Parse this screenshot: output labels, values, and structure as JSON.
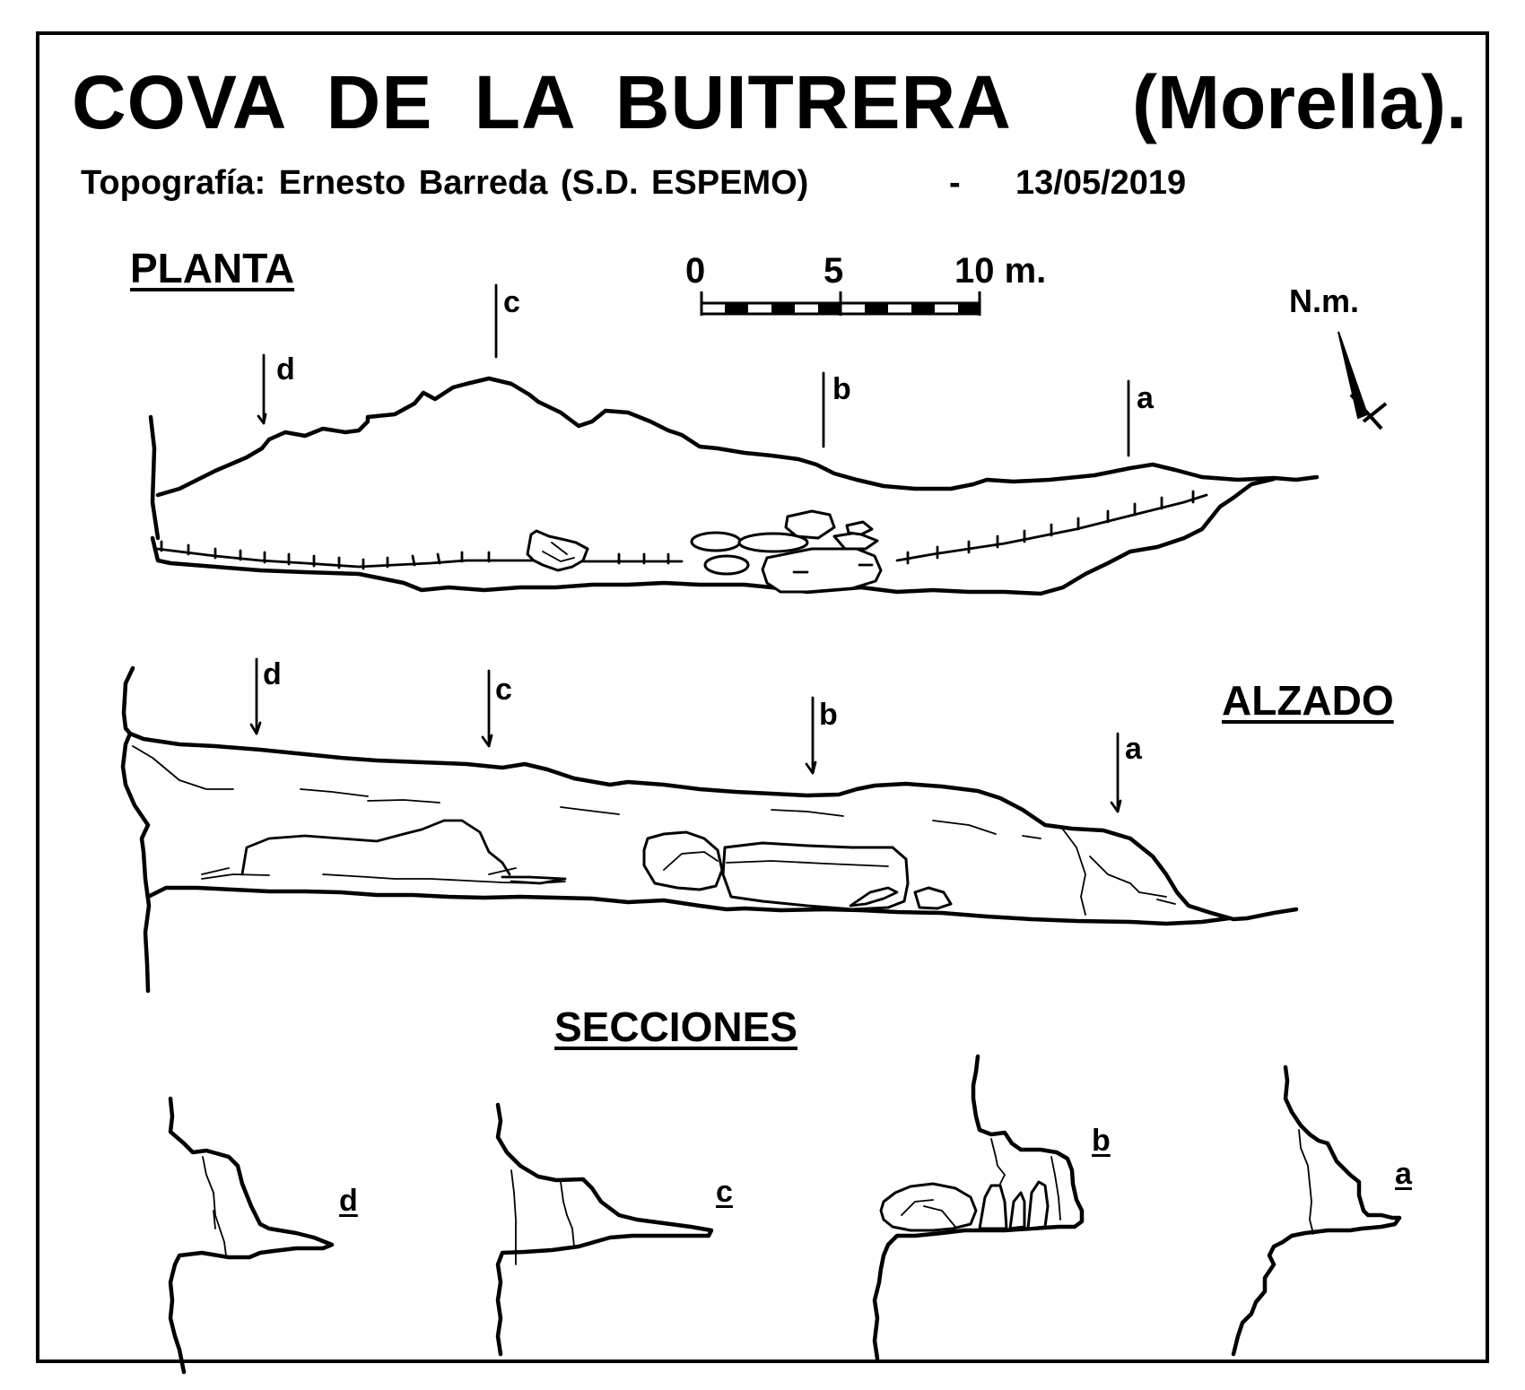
{
  "title": "COVA DE LA BUITRERA",
  "location": "(Morella).",
  "credits": "Topografía:  Ernesto Barreda  (S.D. ESPEMO)",
  "separator": "-",
  "date": "13/05/2019",
  "views": {
    "plan": "PLANTA",
    "elevation": "ALZADO",
    "sections": "SECCIONES"
  },
  "scale": {
    "labels": [
      "0",
      "5",
      "10 m."
    ],
    "range_m": [
      0,
      10
    ]
  },
  "north_label": "N.m.",
  "section_markers": [
    "a",
    "b",
    "c",
    "d"
  ]
}
